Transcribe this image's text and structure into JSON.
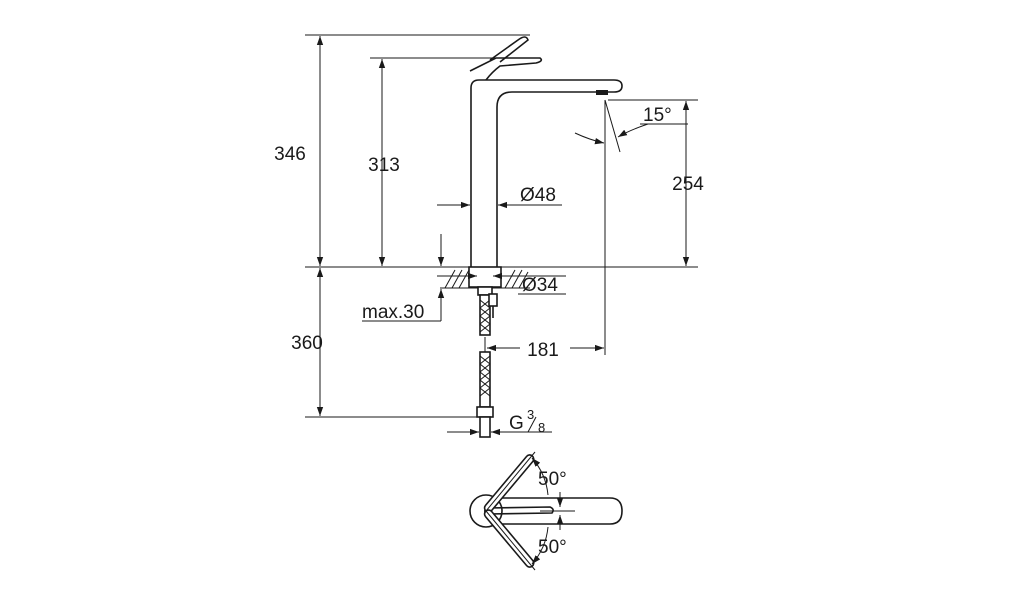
{
  "dimensions": {
    "total_height": "346",
    "spout_height": "313",
    "outlet_height": "254",
    "spout_angle": "15°",
    "body_diameter": "Ø48",
    "hole_diameter": "Ø34",
    "max_deck_thickness": "max.30",
    "hose_length": "360",
    "projection": "181",
    "connection_thread": "G",
    "thread_fraction_num": "3",
    "thread_fraction_den": "8",
    "lever_angle_up": "50°",
    "lever_angle_down": "50°"
  }
}
